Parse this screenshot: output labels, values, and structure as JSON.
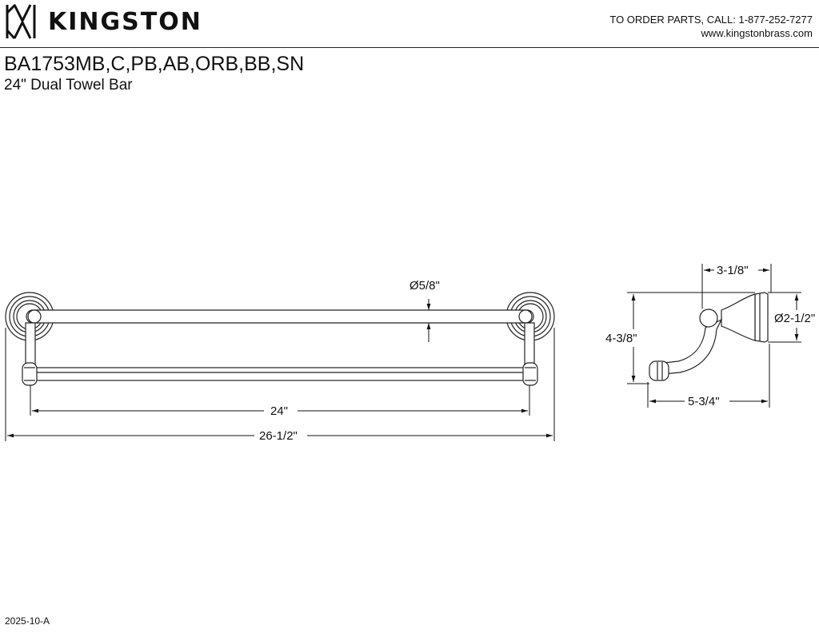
{
  "header": {
    "brand": "KINGSTON",
    "order_line": "TO ORDER PARTS, CALL: 1-877-252-7277",
    "website": "www.kingstonbrass.com"
  },
  "product": {
    "model": "BA1753MB,C,PB,AB,ORB,BB,SN",
    "description": "24\" Dual Towel Bar"
  },
  "dimensions": {
    "bar_diameter": "Ø5/8\"",
    "bar_length": "24\"",
    "overall_length": "26-1/2\"",
    "post_depth": "3-1/8\"",
    "height": "4-3/8\"",
    "flange_diameter": "Ø2-1/2\"",
    "projection": "5-3/4\""
  },
  "footer": {
    "revision": "2025-10-A"
  }
}
